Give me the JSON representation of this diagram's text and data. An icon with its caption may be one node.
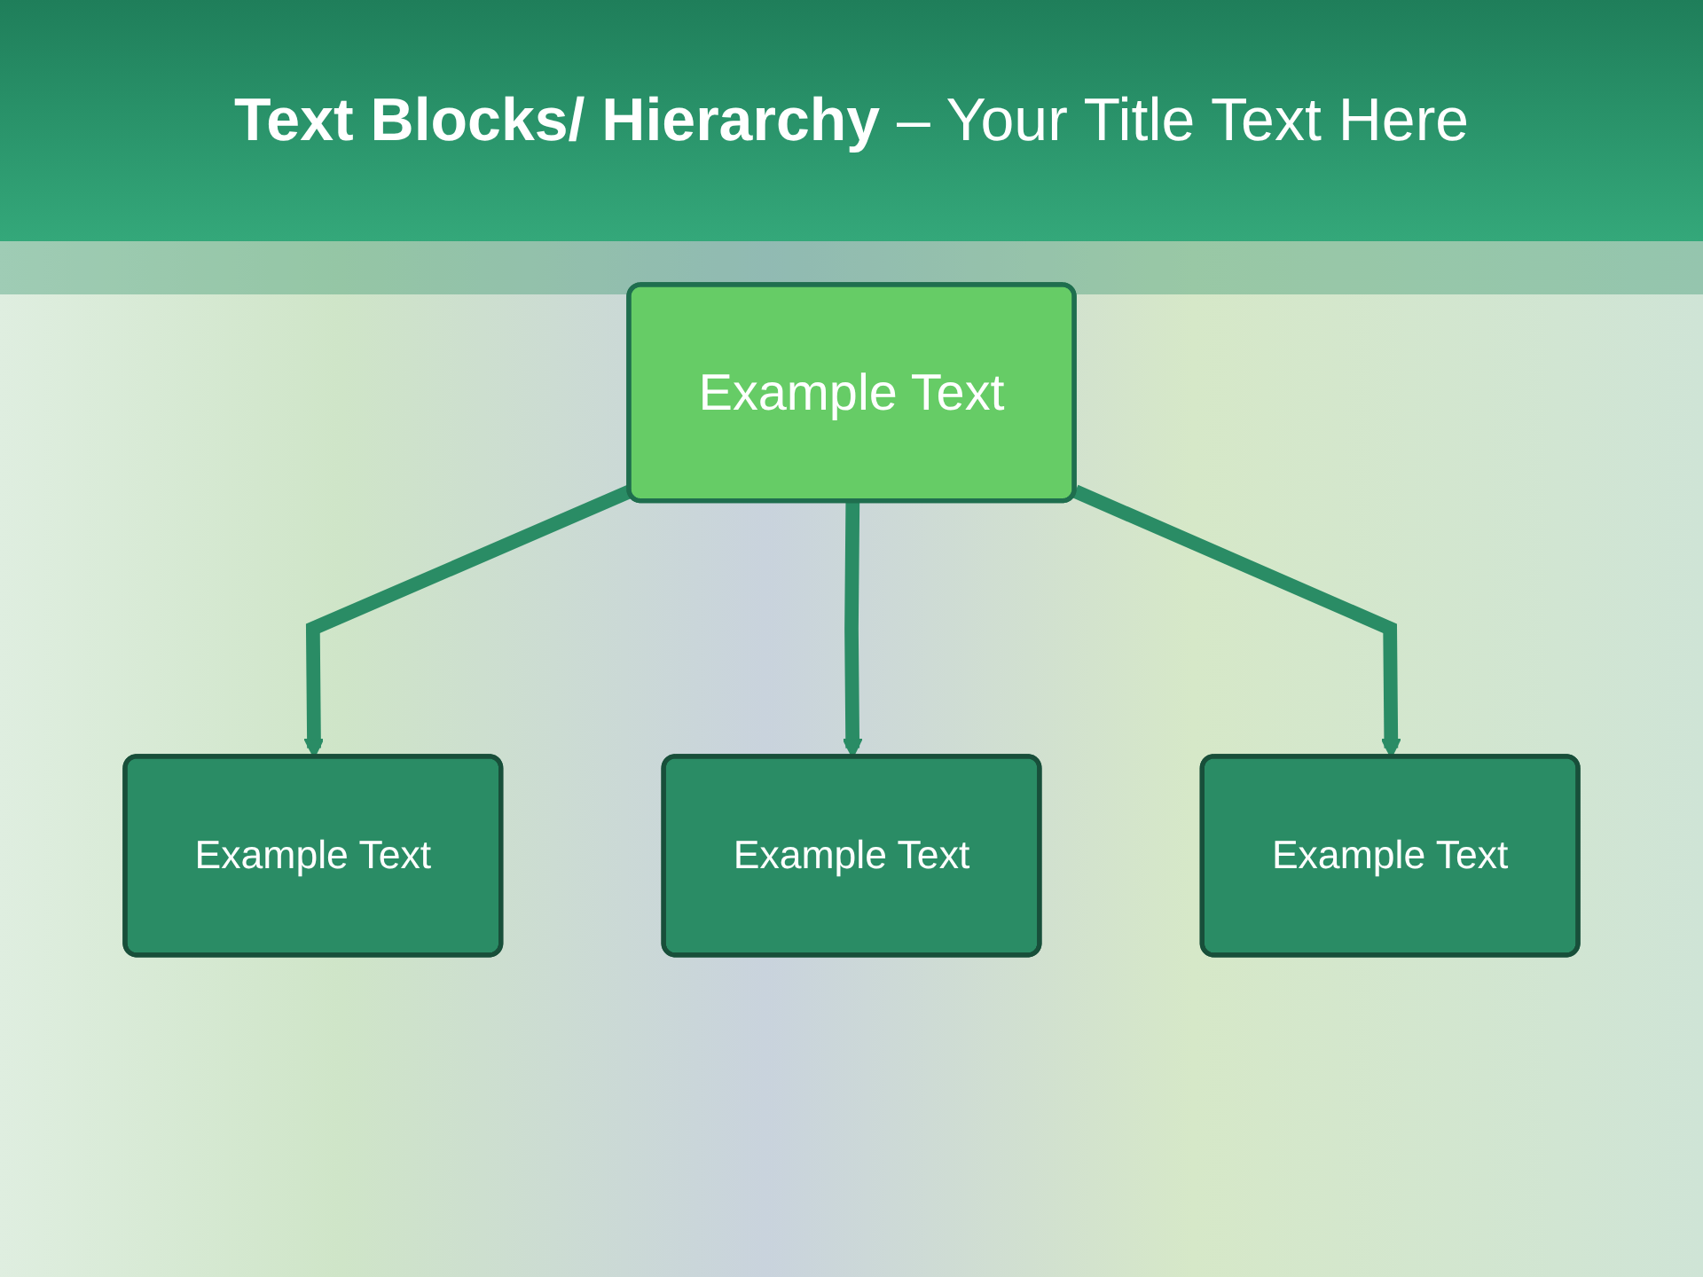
{
  "diagram": {
    "title": "**Text Blocks/ Hierarchy** – Your Title Text Here",
    "nodes": [
      {
        "text": [
          "Example Text"
        ]
      },
      {
        "text": [
          "Example Text"
        ]
      },
      {
        "text": [
          "Example Text"
        ]
      },
      {
        "text": [
          "Example Text"
        ]
      }
    ],
    "edges": [
      {
        "from": 0,
        "to": 1,
        "arrow": "to"
      },
      {
        "from": 0,
        "to": 2,
        "arrow": "to"
      },
      {
        "from": 0,
        "to": 3,
        "arrow": "to"
      }
    ]
  }
}
